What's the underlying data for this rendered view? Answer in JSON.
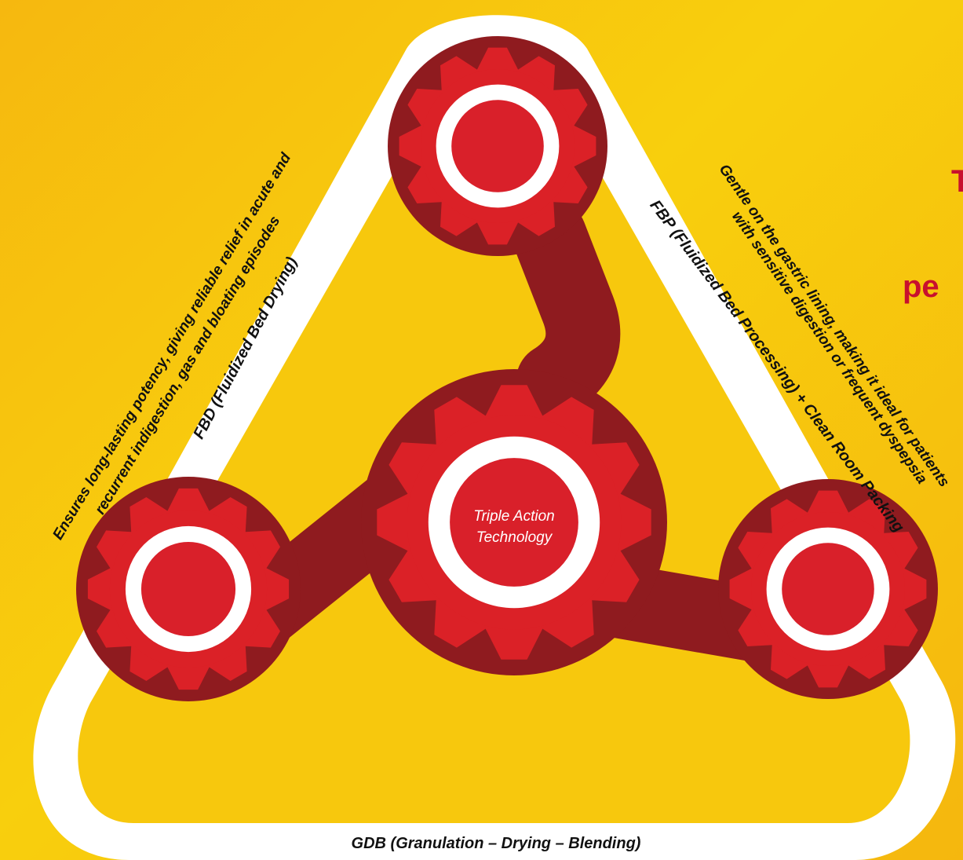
{
  "diagram": {
    "center_label_line1": "Triple Action",
    "center_label_line2": "Technology",
    "left_side_title": "FBD (Fluidized Bed Drying)",
    "left_desc_line1": "Ensures long-lasting potency, giving reliable relief in acute and",
    "left_desc_line2": "recurrent indigestion, gas and bloating episodes",
    "right_side_title": "FBP (Fluidized Bed Processing) + Clean Room Packing",
    "right_desc_line1": "Gentle on the gastric lining, making it ideal for patients",
    "right_desc_line2": "with sensitive digestion or frequent dyspepsia",
    "bottom_side_title": "GDB (Granulation – Drying – Blending)",
    "partial_heading_line1": "T",
    "partial_heading_line2": "pe"
  },
  "colors": {
    "background": "#f8cf0d",
    "arm": "#8f1b1f",
    "gear_teeth": "#db2127",
    "ring": "#ffffff",
    "hub": "#d9202a",
    "heading": "#c8102e"
  }
}
